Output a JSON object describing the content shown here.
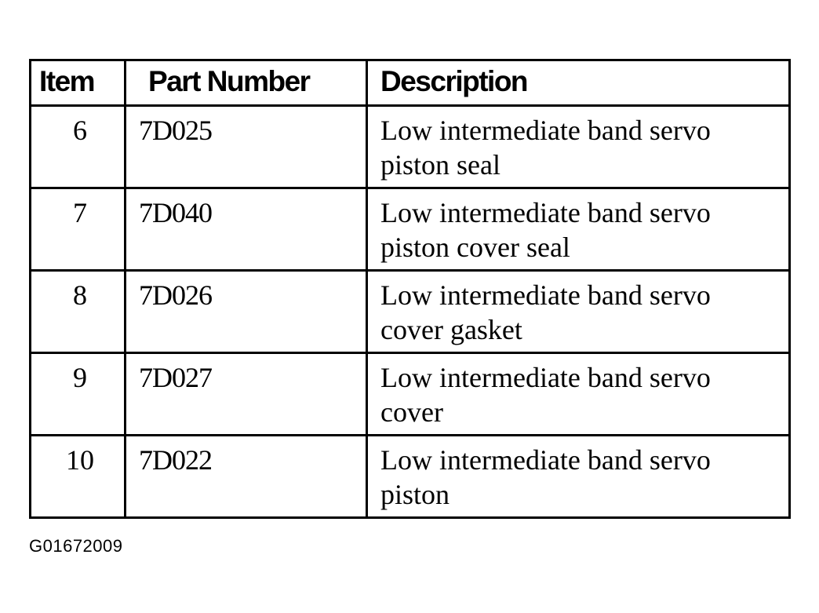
{
  "table": {
    "headers": {
      "item": "Item",
      "part_number": "Part Number",
      "description": "Description"
    },
    "rows": [
      {
        "item": "6",
        "part_number": "7D025",
        "description_line1": "Low intermediate band servo",
        "description_line2": "piston seal"
      },
      {
        "item": "7",
        "part_number": "7D040",
        "description_line1": "Low intermediate band servo",
        "description_line2": "piston cover seal"
      },
      {
        "item": "8",
        "part_number": "7D026",
        "description_line1": "Low intermediate band servo",
        "description_line2": "cover gasket"
      },
      {
        "item": "9",
        "part_number": "7D027",
        "description_line1": "Low intermediate band servo",
        "description_line2": "cover"
      },
      {
        "item": "10",
        "part_number": "7D022",
        "description_line1": "Low intermediate band servo",
        "description_line2": "piston"
      }
    ]
  },
  "figure_code": "G01672009"
}
